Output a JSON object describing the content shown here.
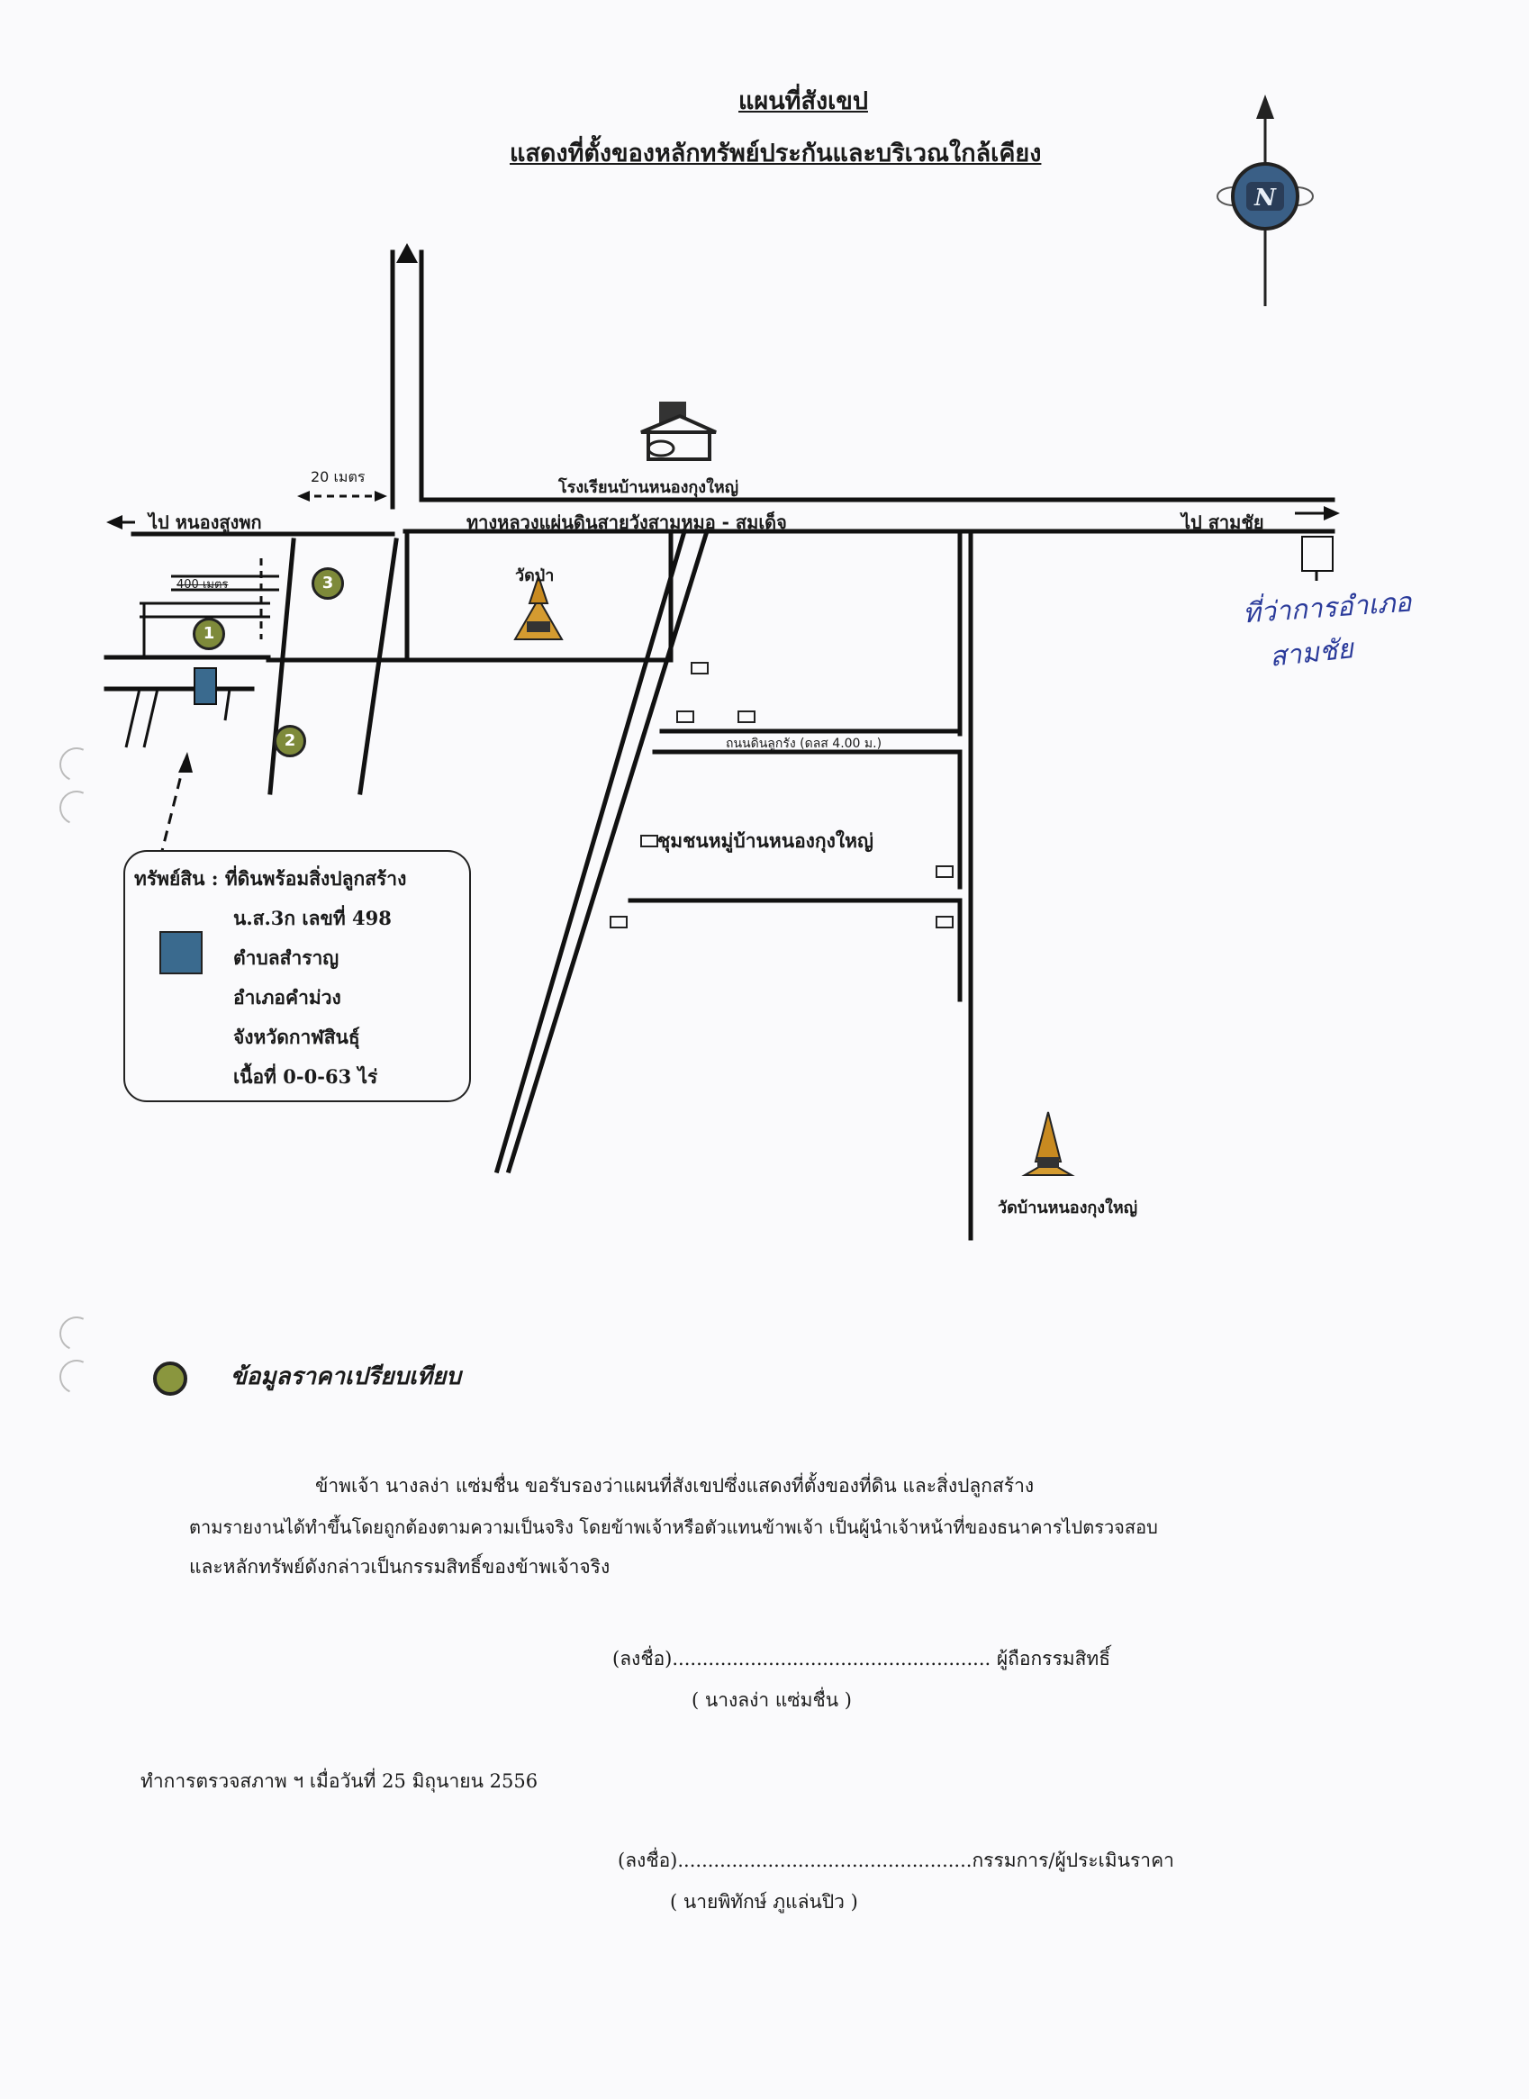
{
  "header": {
    "title": "แผนที่สังเขป",
    "subtitle": "แสดงที่ตั้งของหลักทรัพย์ประกันและบริเวณใกล้เคียง"
  },
  "compass": {
    "letter": "N"
  },
  "map": {
    "school": "โรงเรียนบ้านหนองกุงใหญ่",
    "main_road": "ทางหลวงแผ่นดินสายวังสามหมอ - สมเด็จ",
    "to_west": "ไป หนองสูงพก",
    "to_east": "ไป สามชัย",
    "dist_20m": "20 เมตร",
    "dist_400m": "400 เมตร",
    "temple_a": "วัดป่า",
    "temple_b": "วัดบ้านหนองกุงใหญ่",
    "community": "ชุมชนหมู่บ้านหนองกุงใหญ่",
    "soil_road": "ถนนดินลูกรัง",
    "soil_road_size": "(ดลส 4.00 ม.)",
    "handwritten_1": "ที่ว่าการอำเภอ",
    "handwritten_2": "สามชัย",
    "markers": [
      "1",
      "2",
      "3"
    ]
  },
  "property": {
    "heading": "ทรัพย์สิน : ที่ดินพร้อมสิ่งปลูกสร้าง",
    "lines": [
      "น.ส.3ก เลขที่ 498",
      "ตำบลสำราญ",
      "อำเภอคำม่วง",
      "จังหวัดกาฬสินธุ์",
      "เนื้อที่ 0-0-63 ไร่"
    ]
  },
  "section": {
    "heading": "ข้อมูลราคาเปรียบเทียบ"
  },
  "statement": {
    "line1": "ข้าพเจ้า    นางลง่า  แซ่มชื่น    ขอรับรองว่าแผนที่สังเขปซึ่งแสดงที่ตั้งของที่ดิน และสิ่งปลูกสร้าง",
    "line2": "ตามรายงานได้ทำขึ้นโดยถูกต้องตามความเป็นจริง โดยข้าพเจ้าหรือตัวแทนข้าพเจ้า เป็นผู้นำเจ้าหน้าที่ของธนาคารไปตรวจสอบ",
    "line3": "และหลักทรัพย์ดังกล่าวเป็นกรรมสิทธิ์ของข้าพเจ้าจริง"
  },
  "sign_owner": {
    "label": "(ลงชื่อ)..................................................... ผู้ถือกรรมสิทธิ์",
    "name": "(    นางลง่า  แซ่มชื่น    )"
  },
  "inspection": {
    "text": "ทำการตรวจสภาพ ฯ เมื่อวันที่   25  มิถุนายน  2556"
  },
  "sign_assessor": {
    "label": "(ลงชื่อ).................................................กรรมการ/ผู้ประเมินราคา",
    "name": "(     นายพิทักษ์ ภูแล่นปิว   )"
  }
}
